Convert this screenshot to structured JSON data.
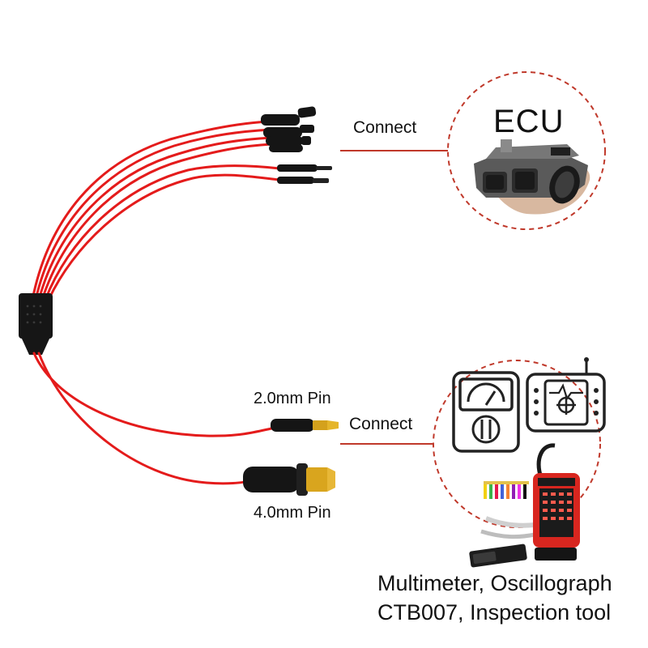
{
  "labels": {
    "connect_top": "Connect",
    "connect_bottom": "Connect",
    "ecu": "ECU",
    "pin_small": "2.0mm Pin",
    "pin_large": "4.0mm Pin",
    "caption_line1": "Multimeter, Oscillograph",
    "caption_line2": "CTB007, Inspection tool"
  },
  "colors": {
    "cable": "#e41b1b",
    "accent_dash": "#c0392b",
    "connector": "#151515"
  },
  "icons": [
    "multimeter-icon",
    "oscilloscope-icon",
    "relay-tester-device",
    "ecu-photo"
  ]
}
